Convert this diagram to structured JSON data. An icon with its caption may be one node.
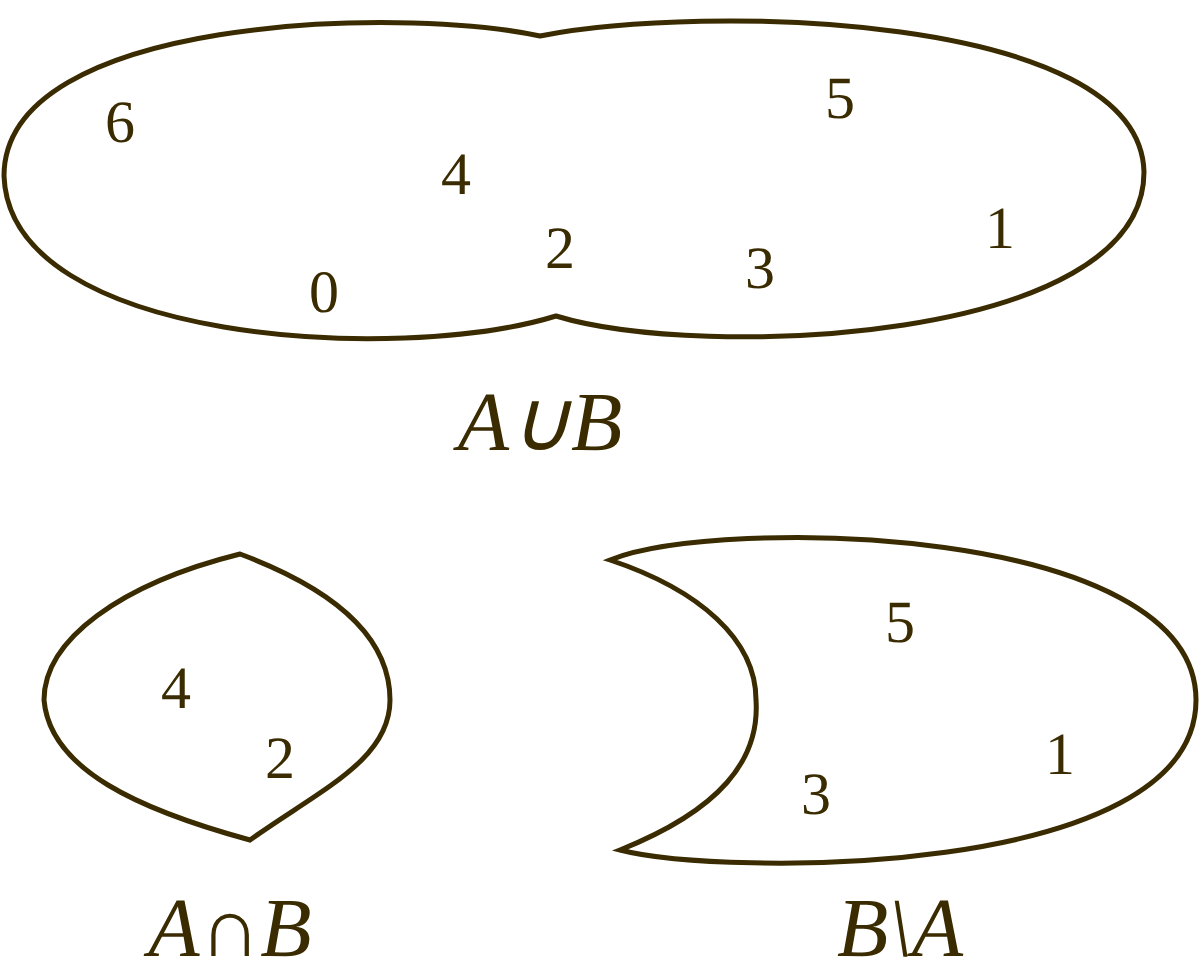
{
  "diagram": {
    "nodes": [
      {
        "text": [
          "6",
          "5",
          "4",
          "1",
          "2",
          "3",
          "0"
        ],
        "beside": [
          "A∪B"
        ]
      },
      {
        "text": [
          "4",
          "2"
        ],
        "beside": [
          "A∩B"
        ]
      },
      {
        "text": [
          "5",
          "1",
          "3"
        ],
        "beside": [
          "B\\A"
        ]
      }
    ]
  }
}
